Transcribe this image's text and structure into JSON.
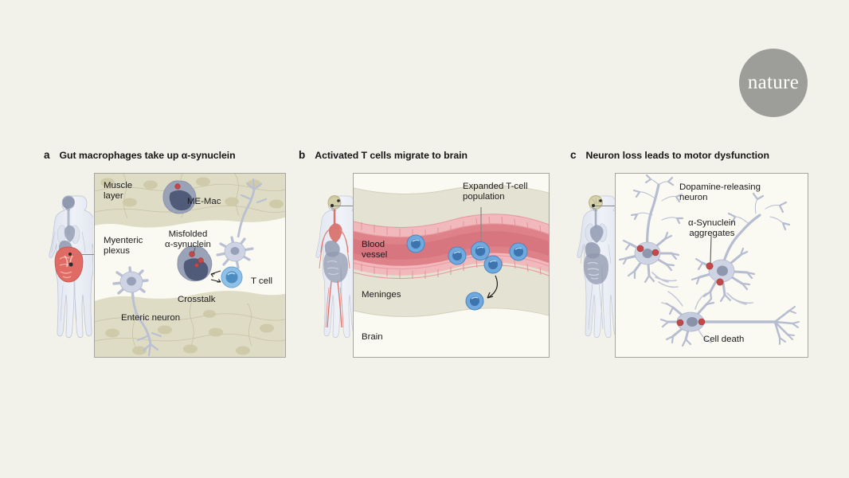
{
  "logo": {
    "text": "nature",
    "bg_color": "#9d9d99",
    "text_color": "#ffffff"
  },
  "page": {
    "background_color": "#f2f1ea",
    "text_color": "#1b1b1b"
  },
  "panels": [
    {
      "letter": "a",
      "title": "Gut macrophages take up α-synuclein",
      "body_figure": "human-body-gut-highlighted",
      "labels": {
        "muscle_layer": "Muscle\nlayer",
        "me_mac": "ME-Mac",
        "myenteric_plexus": "Myenteric\nplexus",
        "misfolded": "Misfolded\nα-synuclein",
        "t_cell": "T cell",
        "crosstalk": "Crosstalk",
        "enteric_neuron": "Enteric neuron"
      },
      "colors": {
        "muscle_layer": "#dedcc4",
        "plexus": "#faf9f2",
        "macrophage": "#9aa2b8",
        "t_cell": "#8fc0e8",
        "aggregate": "#c4484a",
        "neuron": "#b9c0d3"
      }
    },
    {
      "letter": "b",
      "title": "Activated T cells migrate to brain",
      "body_figure": "human-body-circulatory-head-highlighted",
      "labels": {
        "expanded_tcell": "Expanded T-cell\npopulation",
        "blood_vessel": "Blood\nvessel",
        "meninges": "Meninges",
        "brain": "Brain"
      },
      "colors": {
        "vessel_lumen": "#de8189",
        "vessel_wall": "#f2b9bd",
        "meninges": "#e4e2d2",
        "brain": "#faf9f2",
        "t_cell": "#6fa9de"
      },
      "t_cell_count_in_vessel": 5,
      "t_cell_count_in_brain": 1
    },
    {
      "letter": "c",
      "title": "Neuron loss leads to motor dysfunction",
      "body_figure": "human-body-brain-highlighted",
      "labels": {
        "dopamine_neuron": "Dopamine-releasing\nneuron",
        "aggregates": "α-Synuclein\naggregates",
        "cell_death": "Cell death"
      },
      "colors": {
        "neuron": "#b6bdd1",
        "nucleus": "#8f97ae",
        "aggregate": "#c4484a",
        "panel_bg": "#faf9f2"
      },
      "neuron_count": 3
    }
  ]
}
